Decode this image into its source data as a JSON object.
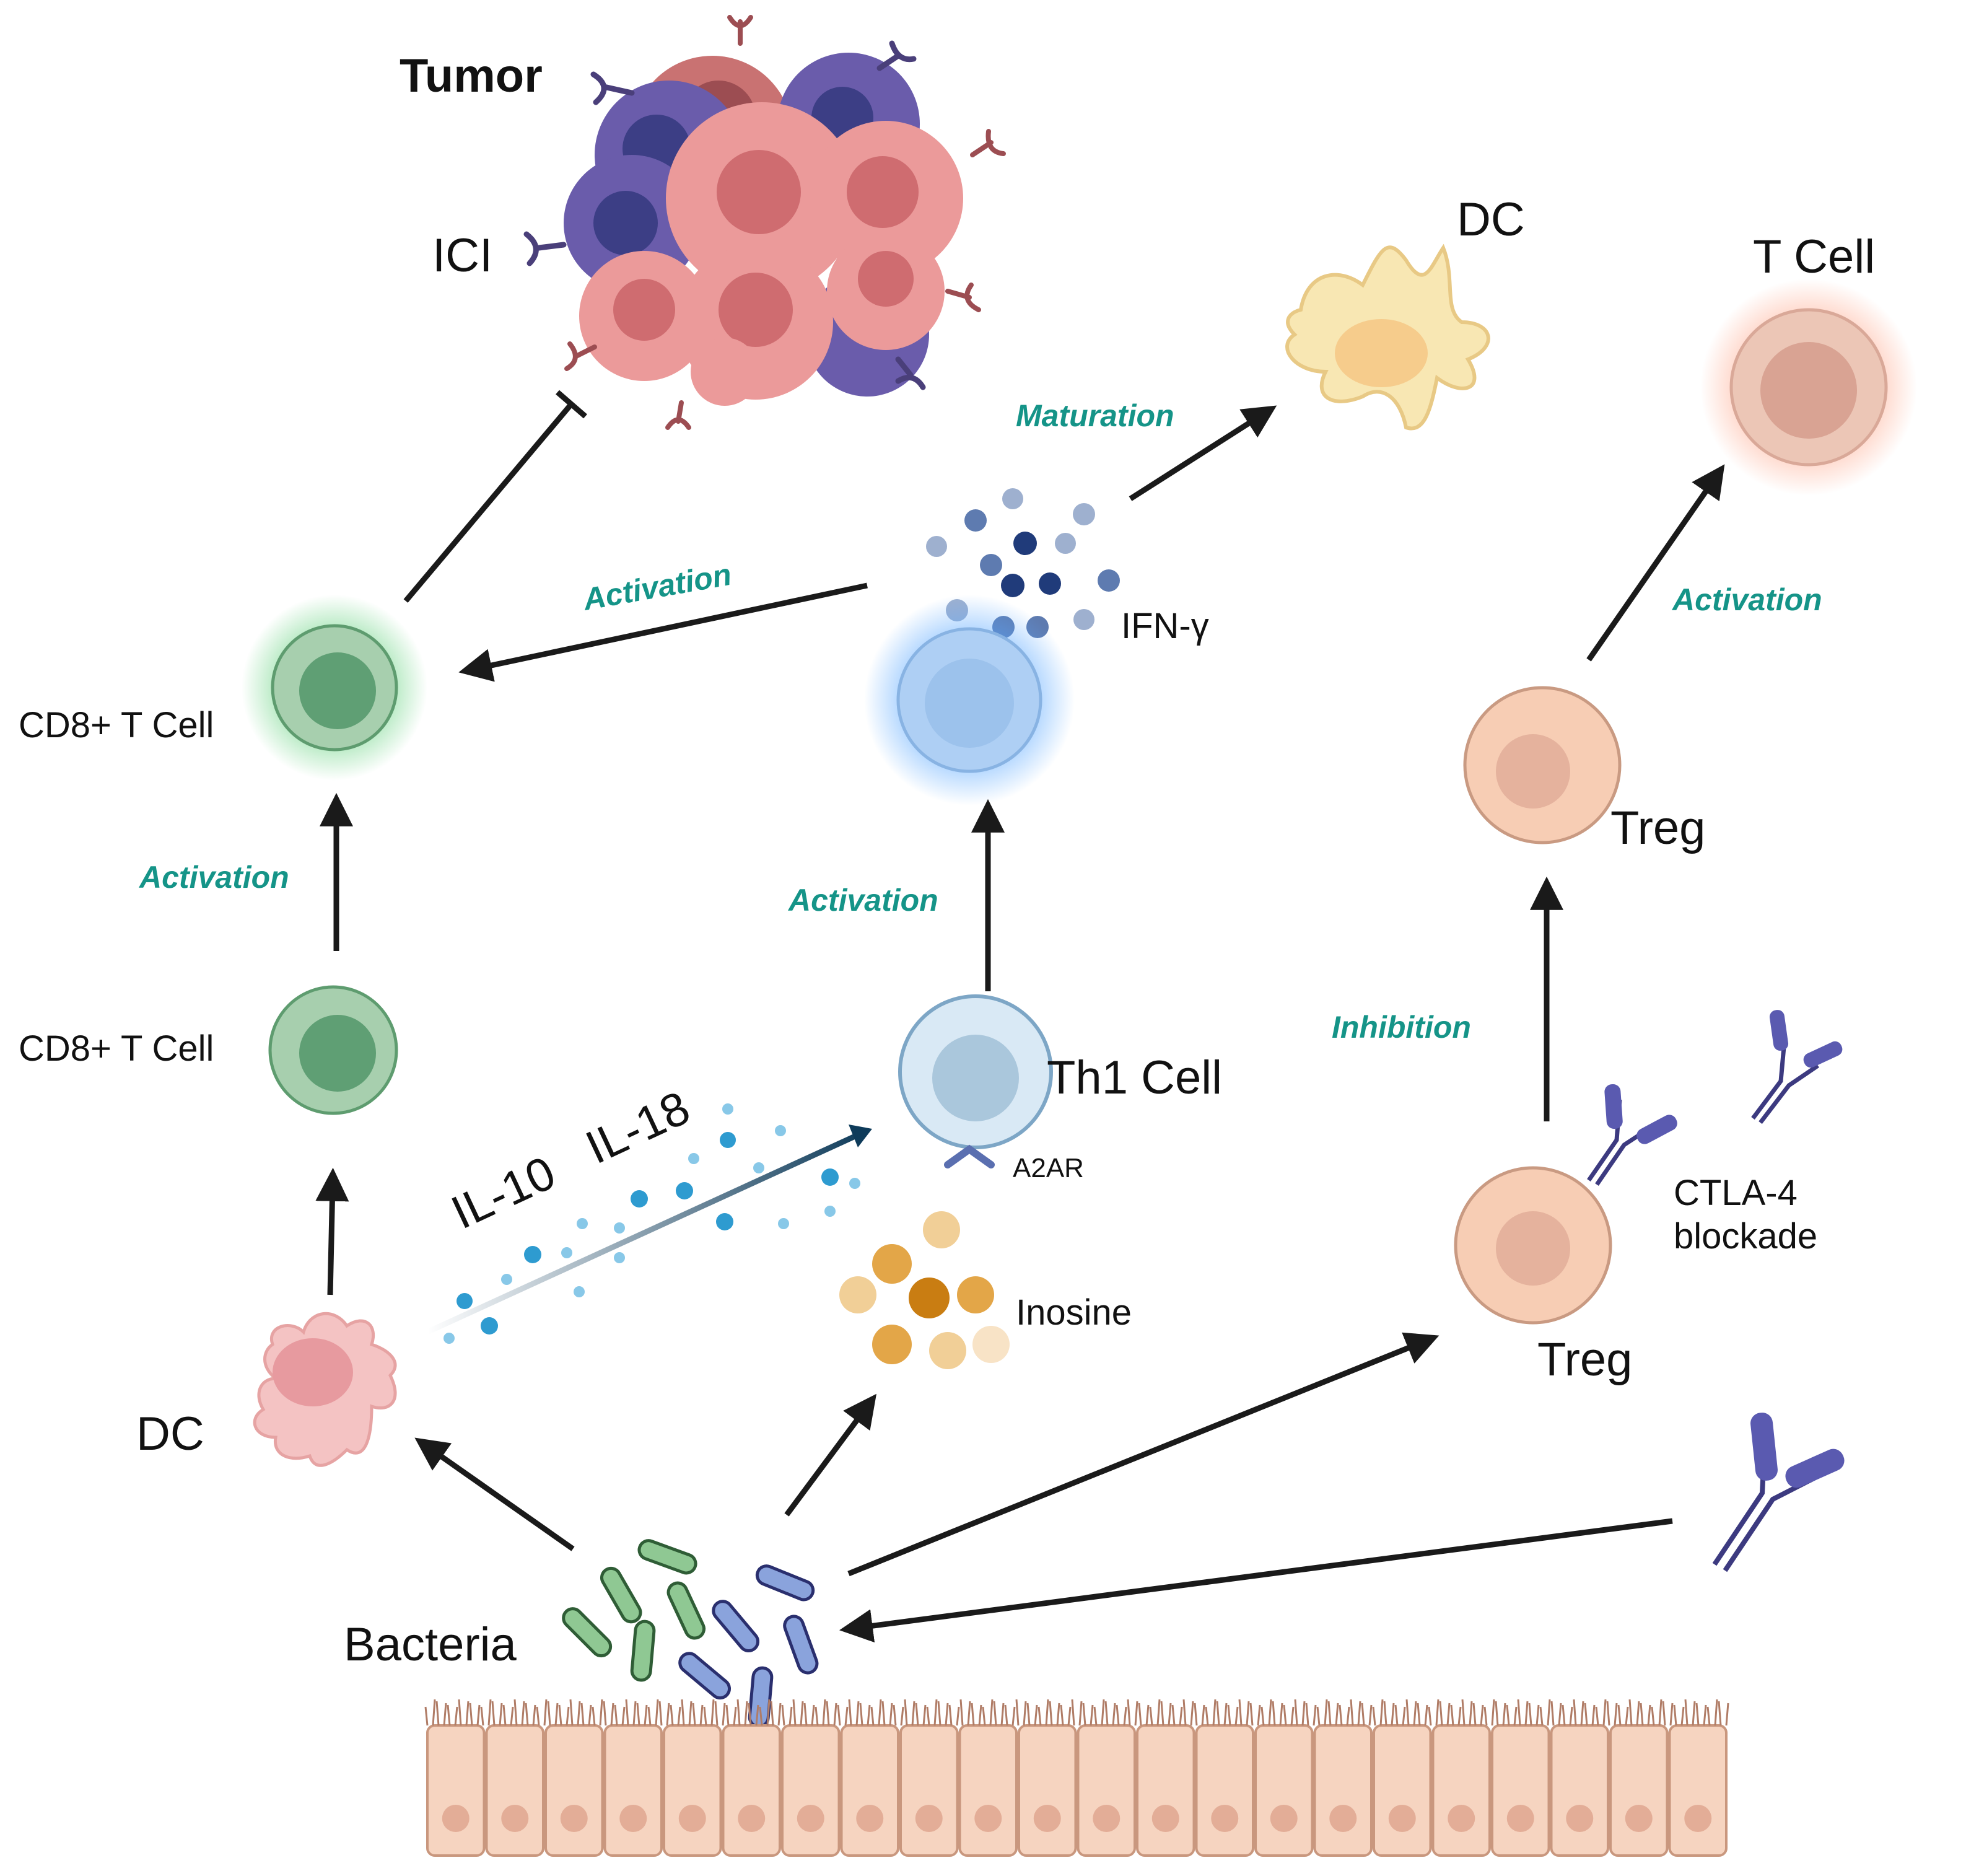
{
  "labels": {
    "tumor": "Tumor",
    "ici": "ICI",
    "dc_top": "DC",
    "t_cell": "T Cell",
    "ifn": "IFN-γ",
    "cd8_top": "CD8+ T Cell",
    "cd8_bottom": "CD8+ T Cell",
    "treg_top": "Treg",
    "treg_bottom": "Treg",
    "th1": "Th1 Cell",
    "a2ar": "A2AR",
    "il10": "IL-10",
    "il18": "IL-18",
    "ctla4_line1": "CTLA-4",
    "ctla4_line2": "blockade",
    "inosine": "Inosine",
    "dc_bottom": "DC",
    "bacteria": "Bacteria"
  },
  "processes": {
    "maturation": "Maturation",
    "activation_ifn": "Activation",
    "activation_t": "Activation",
    "activation_cd8": "Activation",
    "activation_th1": "Activation",
    "inhibition": "Inhibition"
  },
  "colors": {
    "process_text": "#159488",
    "arrow": "#1a1a1a",
    "cd8_green": "#7fb592",
    "th1_blue": "#a8c7e0",
    "treg_peach": "#f7cdb4",
    "dc_yellow": "#f8e7b3",
    "dc_pink": "#f2b5b5",
    "tumor_pink": "#eb9a9a",
    "tumor_purple": "#6a5cab",
    "antibody": "#5a5ab0",
    "inosine": "#dc9a2e",
    "cytokine": "#2e9bd0",
    "epithelium": "#f6d4c0"
  }
}
